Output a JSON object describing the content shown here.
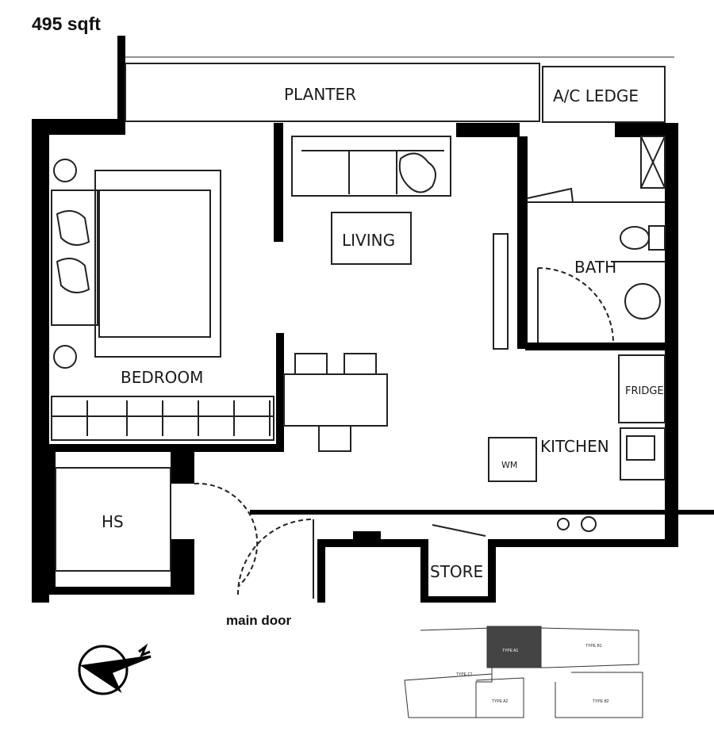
{
  "area": "495 sqft",
  "rooms": {
    "planter": "PLANTER",
    "ac_ledge": "A/C LEDGE",
    "living": "LIVING",
    "bath": "BATH",
    "bedroom": "BEDROOM",
    "fridge": "FRIDGE",
    "kitchen": "KITCHEN",
    "wm": "WM",
    "hs": "HS",
    "store": "STORE"
  },
  "main_door": "main door",
  "key_plan": {
    "units": [
      "TYPE A1",
      "TYPE B1",
      "TYPE C1",
      "TYPE A2",
      "TYPE B2"
    ],
    "highlighted": "TYPE A1"
  },
  "icons": {
    "compass": "north-arrow-icon"
  }
}
